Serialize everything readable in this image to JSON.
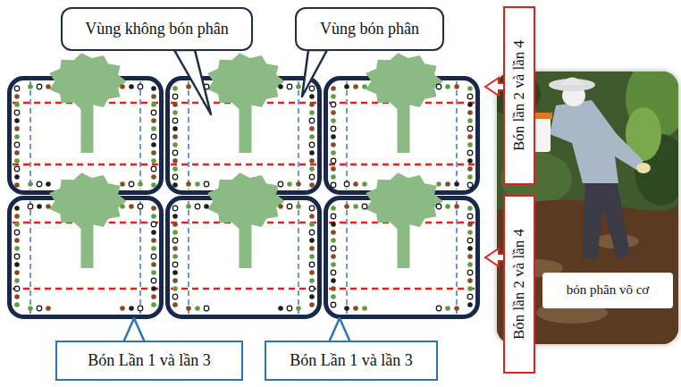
{
  "diagram": {
    "nodes": [
      {
        "text": [
          "Vùng không bón phân"
        ]
      },
      {
        "text": [
          "Vùng bón phân"
        ]
      },
      {
        "text": [
          "Bón lần 2 và lần 4"
        ]
      },
      {
        "text": [
          "Bón lần 2 và lần 4"
        ]
      },
      {
        "text": [
          "bón phân vô cơ"
        ]
      },
      {
        "text": [
          "Bón Lần 1 và lần 3"
        ]
      },
      {
        "text": [
          "Bón Lần 1 và lần 3"
        ]
      }
    ]
  }
}
